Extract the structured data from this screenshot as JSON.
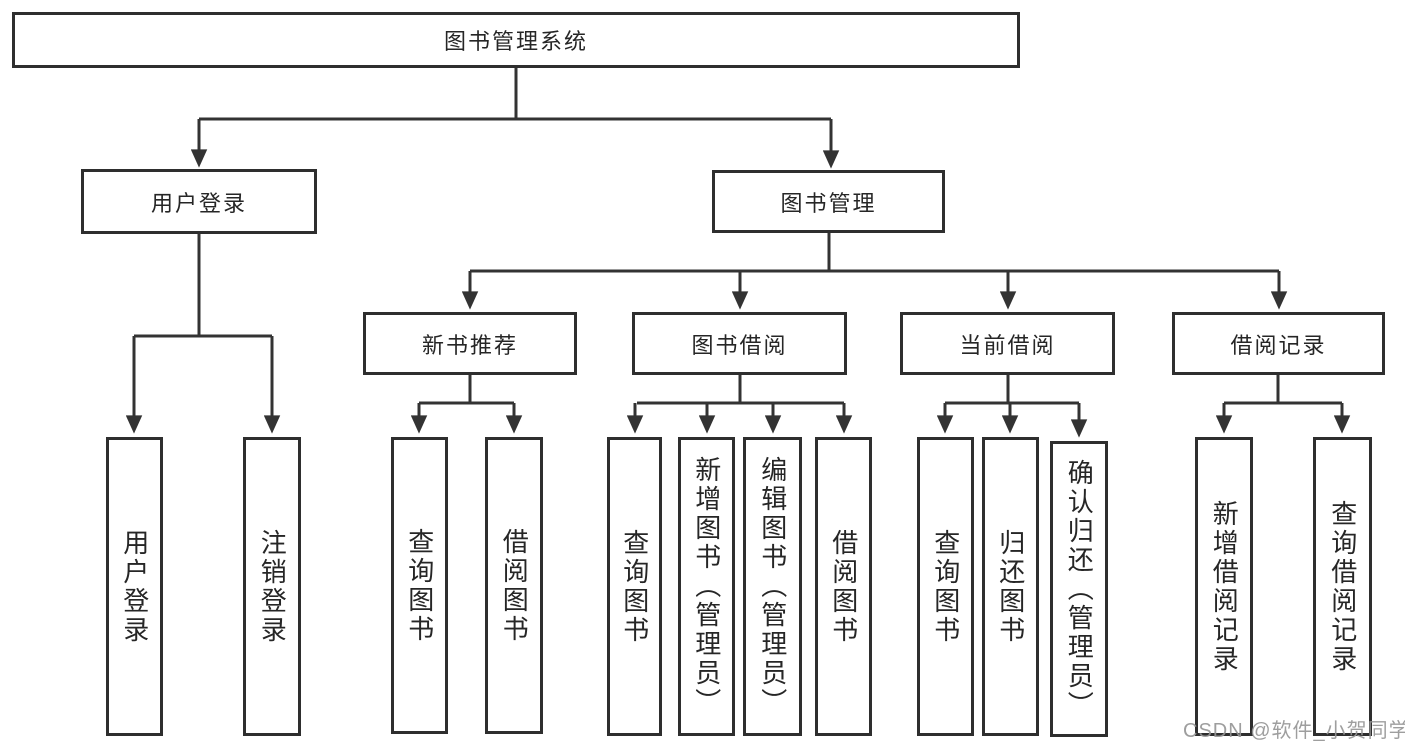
{
  "colors": {
    "line": "#333333",
    "box_border": "#2e2e2e",
    "text": "#262626",
    "watermark": "#969696"
  },
  "watermark": {
    "text": "CSDN @软件_小贺同学"
  },
  "tree": {
    "label": "图书管理系统",
    "children": [
      {
        "label": "用户登录",
        "children": [
          {
            "label": "用户登录"
          },
          {
            "label": "注销登录"
          }
        ]
      },
      {
        "label": "图书管理",
        "children": [
          {
            "label": "新书推荐",
            "children": [
              {
                "label": "查询图书"
              },
              {
                "label": "借阅图书"
              }
            ]
          },
          {
            "label": "图书借阅",
            "children": [
              {
                "label": "查询图书"
              },
              {
                "label": "新增图书（管理员）"
              },
              {
                "label": "编辑图书（管理员）"
              },
              {
                "label": "借阅图书"
              }
            ]
          },
          {
            "label": "当前借阅",
            "children": [
              {
                "label": "查询图书"
              },
              {
                "label": "归还图书"
              },
              {
                "label": "确认归还（管理员）"
              }
            ]
          },
          {
            "label": "借阅记录",
            "children": [
              {
                "label": "新增借阅记录"
              },
              {
                "label": "查询借阅记录"
              }
            ]
          }
        ]
      }
    ]
  }
}
